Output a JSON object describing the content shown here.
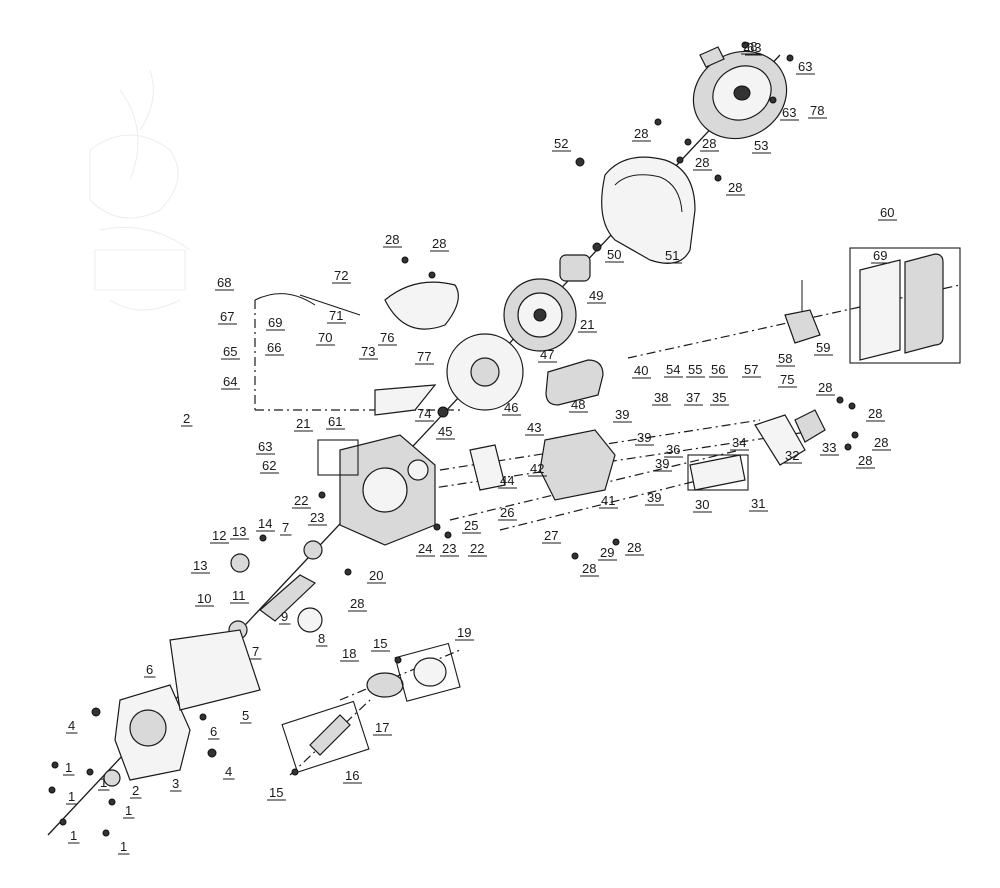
{
  "diagram": {
    "labels": [
      "1",
      "2",
      "3",
      "4",
      "5",
      "6",
      "7",
      "8",
      "9",
      "10",
      "11",
      "12",
      "13",
      "14",
      "15",
      "16",
      "17",
      "18",
      "19",
      "20",
      "21",
      "22",
      "23",
      "24",
      "25",
      "26",
      "27",
      "28",
      "29",
      "30",
      "31",
      "32",
      "33",
      "34",
      "35",
      "36",
      "37",
      "38",
      "39",
      "40",
      "41",
      "42",
      "43",
      "44",
      "45",
      "46",
      "47",
      "48",
      "49",
      "50",
      "51",
      "52",
      "53",
      "54",
      "55",
      "56",
      "57",
      "58",
      "59",
      "60",
      "61",
      "62",
      "63",
      "64",
      "65",
      "66",
      "67",
      "68",
      "69",
      "70",
      "71",
      "72",
      "73",
      "74",
      "75",
      "76",
      "77",
      "78"
    ]
  }
}
